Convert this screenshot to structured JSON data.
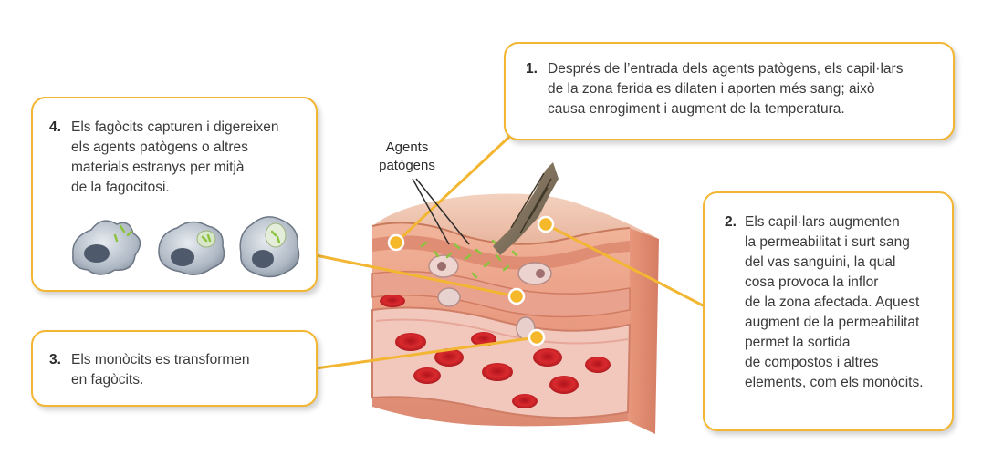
{
  "colors": {
    "callout_border": "#f2b632",
    "connector": "#f2b632",
    "marker": "#f5b82a"
  },
  "labels": {
    "agents": "Agents\npatògens"
  },
  "callouts": [
    {
      "number": "1.",
      "text": "Després de l’entrada dels agents patògens, els capil·lars\nde la zona ferida es dilaten i aporten més sang; això\ncausa enrogiment i augment de la temperatura."
    },
    {
      "number": "2.",
      "text": "Els capil·lars augmenten\nla permeabilitat i surt sang\ndel vas sanguini, la qual\ncosa provoca la inflor\nde la zona afectada. Aquest\naugment de la permeabilitat\npermet la sortida\nde compostos i altres\nelements, com els monòcits."
    },
    {
      "number": "3.",
      "text": "Els monòcits es transformen\nen fagòcits."
    },
    {
      "number": "4.",
      "text": "Els fagòcits capturen i digereixen\nels agents patògens o altres\nmaterials estranys per mitjà\nde la fagocitosi."
    }
  ],
  "icons": {
    "phagocytes": "phagocyte-cell",
    "tissue": "tissue-cross-section",
    "splinter": "wood-splinter"
  }
}
